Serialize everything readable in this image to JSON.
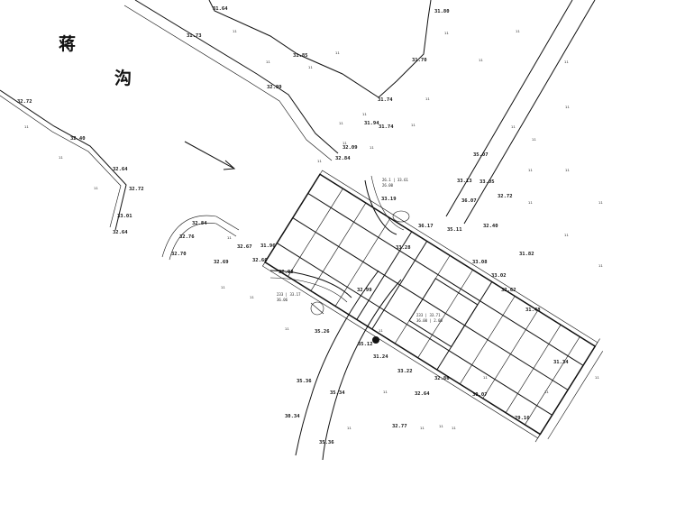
{
  "place_names": [
    "蒋",
    "沟"
  ],
  "elevations": [
    "31.64",
    "31.80",
    "31.73",
    "31.85",
    "31.70",
    "32.09",
    "31.74",
    "32.72",
    "31.94",
    "31.74",
    "32.40",
    "32.09",
    "32.64",
    "32.72",
    "33.01",
    "32.84",
    "32.64",
    "32.84",
    "32.76",
    "32.70",
    "32.69",
    "32.67",
    "31.96",
    "32.66",
    "32.08",
    "33.13",
    "33.05",
    "35.07",
    "36.07",
    "32.72",
    "33.19",
    "36.17",
    "35.11",
    "32.40",
    "33.28",
    "31.82",
    "33.08",
    "33.02",
    "32.62",
    "32.99",
    "31.48",
    "35.26",
    "35.12",
    "31.24",
    "33.22",
    "32.86",
    "35.36",
    "35.34",
    "32.64",
    "30.07",
    "30.34",
    "35.36",
    "32.77",
    "29.16",
    "31.34"
  ],
  "area_marks": {
    "mark_char": "ıı",
    "count": 40
  },
  "notes": {
    "note_a": "26.1 | 33.61",
    "note_a_sub": "26.00",
    "note_b": "233 | 33.17",
    "note_b_sub": "36.06",
    "note_c": "233 | 33.71",
    "note_c_sub": "36.00 | 2.00"
  }
}
